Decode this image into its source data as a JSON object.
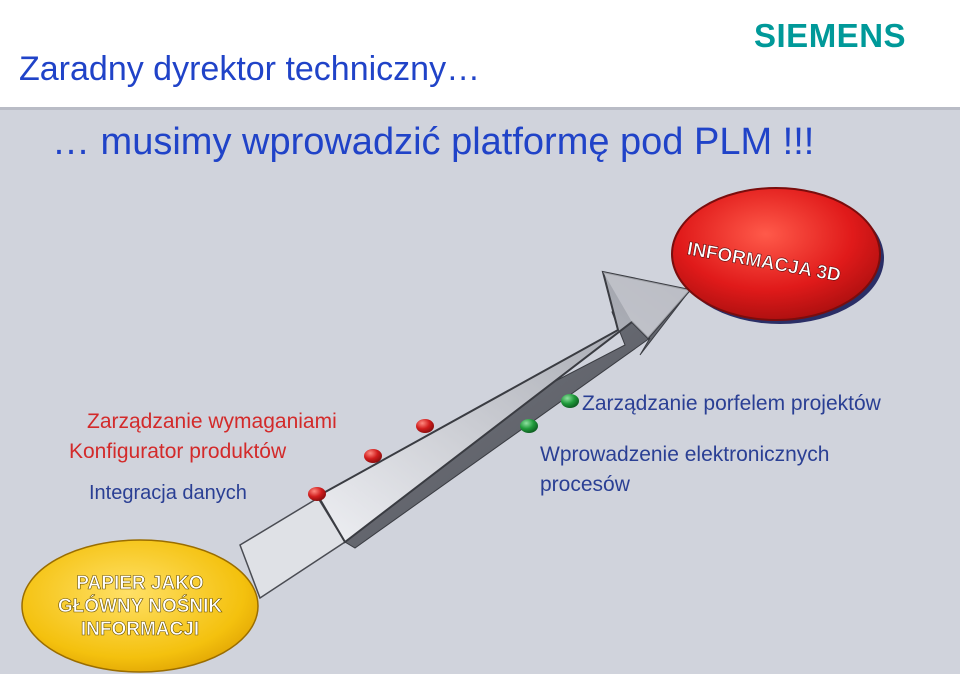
{
  "header": {
    "title": "Zaradny dyrektor techniczny…",
    "logo": "SIEMENS"
  },
  "subtitle": "… musimy wprowadzić platformę pod PLM !!!",
  "badge_3d": {
    "label": "INFORMACJA 3D"
  },
  "badge_paper": {
    "lines": [
      "PAPIER JAKO",
      "GŁÓWNY NOŚNIK",
      "INFORMACJI"
    ]
  },
  "labels": {
    "requirements": "Zarządzanie wymaganiami",
    "configurator": "Konfigurator produktów",
    "integration": "Integracja danych",
    "portfolio": "Zarządzanie porfelem projektów",
    "electronic_line1": "Wprowadzenie elektronicznych",
    "electronic_line2": "procesów"
  },
  "colors": {
    "accent_blue": "#2043c8",
    "brand": "#009999",
    "red_badge": "#e01a1a",
    "yellow_badge": "#f4c10e",
    "red_dot": "#d11d1d",
    "green_dot": "#1f9a3a"
  }
}
